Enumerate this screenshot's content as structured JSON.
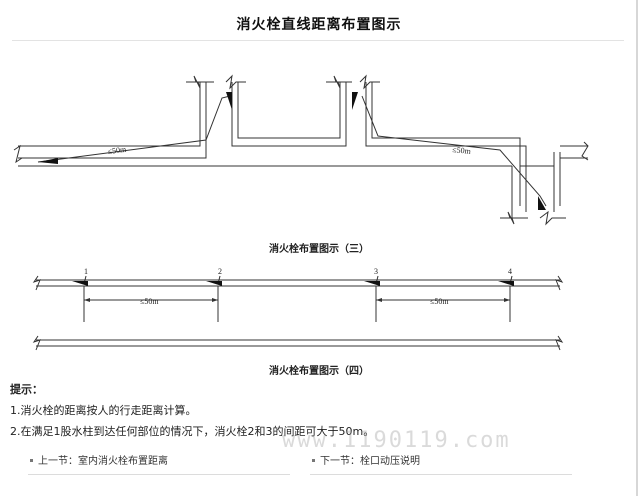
{
  "page": {
    "title": "消火栓直线距离布置图示"
  },
  "figures": {
    "figure3": {
      "caption": "消火栓布置图示（三）",
      "distance_label_1": "≤50m",
      "distance_label_2": "≤50m"
    },
    "figure4": {
      "caption": "消火栓布置图示（四）",
      "hydrant_labels": [
        "1",
        "2",
        "3",
        "4"
      ],
      "distance_label_1": "≤50m",
      "distance_label_2": "≤50m"
    }
  },
  "tips": {
    "heading": "提示：",
    "line1": "1.消火栓的距离按人的行走距离计算。",
    "line2": "2.在满足1股水柱到达任何部位的情况下，消火栓2和3的间距可大于50m。"
  },
  "watermark": "www.1190119.com",
  "nav": {
    "prev": "上一节：室内消火栓布置距离",
    "next": "下一节：栓口动压说明"
  }
}
